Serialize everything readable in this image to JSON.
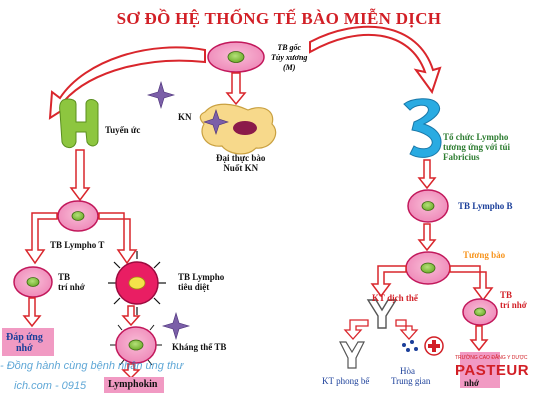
{
  "title": "SƠ ĐỒ HỆ THỐNG TẾ BÀO MIỄN DỊCH",
  "labels": {
    "stem_l1": "TB gốc",
    "stem_l2": "Tủy xương",
    "stem_l3": "(M)",
    "thymus": "Tuyến ức",
    "kn": "KN",
    "macro_l1": "Đại thực bào",
    "macro_l2": "Nuốt KN",
    "fabricius_l1": "Tổ chức Lympho",
    "fabricius_l2": "tương ứng với túi",
    "fabricius_l3": "Fabricius",
    "t_lympho": "TB Lympho T",
    "b_lympho": "TB Lympho B",
    "plasma": "Tương bào",
    "t_memory_l1": "TB",
    "t_memory_l2": "trí nhớ",
    "t_killer_l1": "TB Lympho",
    "t_killer_l2": "tiêu diệt",
    "antibody_t": "Kháng thể TB",
    "kt_dichthe": "KT dịch thể",
    "b_memory_l1": "TB",
    "b_memory_l2": "trí nhớ",
    "dap_ung_l1": "Đáp ứng",
    "dap_ung_l2": "nhớ",
    "lymphokin": "Lymphokin",
    "kt_phongbe": "KT phong bế",
    "hoa_l1": "Hòa",
    "trung_gian": "Trung gian",
    "nho": "nhớ"
  },
  "watermark": {
    "line1": "- Đồng hành cùng bệnh nhân ung thư",
    "line2": "ich.com - 0915"
  },
  "logo": {
    "small": "TRƯỜNG CAO ĐẲNG Y DƯỢC",
    "big": "PASTEUR"
  },
  "colors": {
    "title": "#d21f26",
    "arrow": "#d9262c",
    "cell_fill": "#f19ac3",
    "cell_stroke": "#c2185b",
    "nucleus": "#8dc63f",
    "thymus": "#8dc63f",
    "fabricius": "#29abe2",
    "macrophage": "#f7d98b",
    "macro_nucleus": "#8b1a4a",
    "antigen": "#7b5fa8",
    "killer": "#e91e63",
    "label_black": "#111111",
    "label_blue": "#1b3f9a",
    "label_green": "#2e7d32",
    "label_orange": "#f7941d",
    "label_red": "#d21f26"
  }
}
